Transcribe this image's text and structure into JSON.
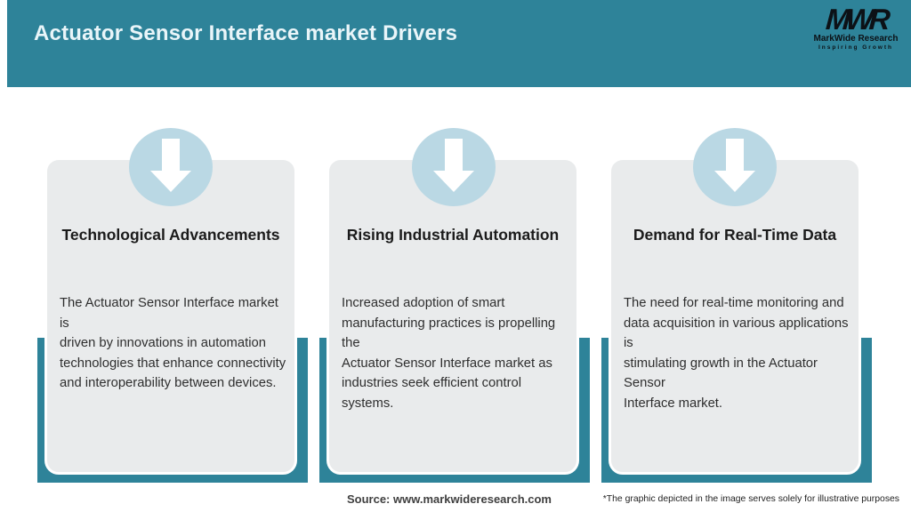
{
  "header": {
    "title": "Actuator Sensor Interface market Drivers"
  },
  "logo": {
    "acronym": "MWR",
    "name": "MarkWide Research",
    "tagline": "Inspiring Growth"
  },
  "cards": [
    {
      "title": "Technological Advancements",
      "body": "The Actuator Sensor Interface market is\ndriven by innovations in automation\ntechnologies that enhance connectivity\nand interoperability between devices."
    },
    {
      "title": "Rising Industrial Automation",
      "body": "Increased adoption of smart\nmanufacturing practices is propelling the\nActuator Sensor Interface market as\nindustries seek efficient control systems."
    },
    {
      "title": "Demand for Real-Time Data",
      "body": "The need for real-time monitoring and\ndata acquisition in various applications is\nstimulating growth in the Actuator Sensor\nInterface market."
    }
  ],
  "footer": {
    "source": "Source: www.markwideresearch.com",
    "disclaimer": "*The graphic depicted in the image serves solely for illustrative purposes"
  },
  "colors": {
    "teal": "#2e8399",
    "circle_blue": "#bad8e4",
    "card_gray": "#e9ebec",
    "header_text": "#e9f5f9"
  }
}
